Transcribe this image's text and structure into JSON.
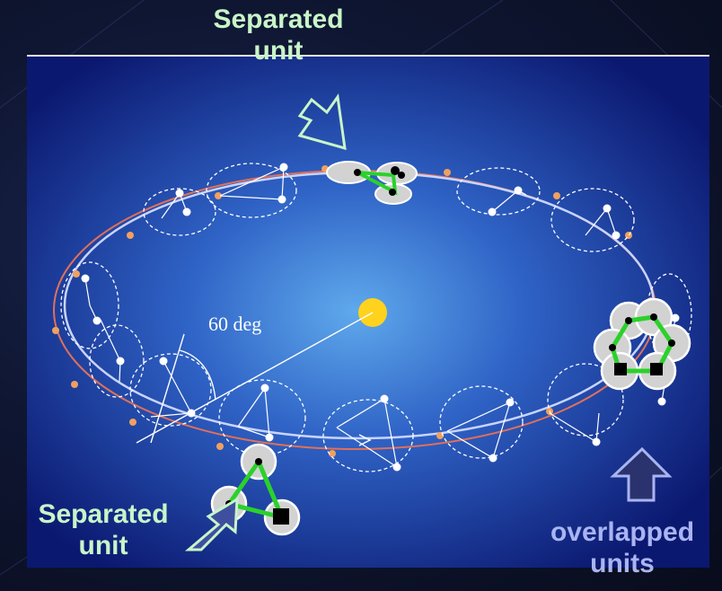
{
  "labels": {
    "top": {
      "line1": "Separated",
      "line2": "unit"
    },
    "bottom_left": {
      "line1": "Separated",
      "line2": "unit"
    },
    "right": {
      "line1": "overlapped",
      "line2": "units"
    }
  },
  "annotation": {
    "angle": "60 deg"
  },
  "colors": {
    "orbit_outer": "#e0705a",
    "orbit_inner": "#c8d4ff",
    "sun": "#ffd21e",
    "link_green": "#2bd12b",
    "label_green": "#c8f5c8",
    "label_blue": "#a9b4f2",
    "panel_center": "#5aa4e8",
    "panel_edge": "#0b1a7a"
  }
}
